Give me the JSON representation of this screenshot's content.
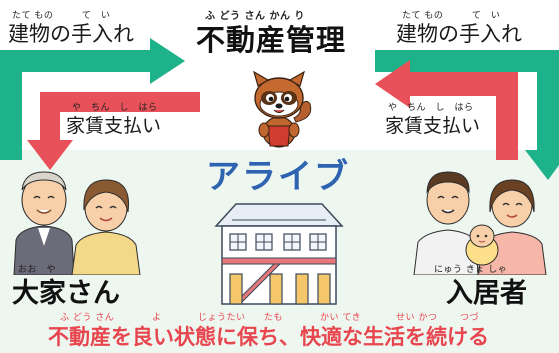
{
  "title": {
    "text": "不動産管理",
    "ruby": "ふ どう さん かん り"
  },
  "left": {
    "top_label": "建物の手入れ",
    "top_ruby": "たて もの　　　て　い",
    "pay_label": "家賃支払い",
    "pay_ruby": "や　ちん　し　はら",
    "owner_label": "大家さん",
    "owner_ruby": "おお　や"
  },
  "right": {
    "top_label": "建物の手入れ",
    "top_ruby": "たて もの　　　て　い",
    "pay_label": "家賃支払い",
    "pay_ruby": "や　ちん　し　はら",
    "tenant_label": "入居者",
    "tenant_ruby": "にゅう きょ しゃ"
  },
  "brand": "アライブ",
  "bottom": {
    "text": "不動産を良い状態に保ち、快適な生活を続ける",
    "ruby_fudosan": "ふ どう さん",
    "ruby_yo": "よ",
    "ruby_jotai": "じょうたい",
    "ruby_tamo": "たも",
    "ruby_kaiteki": "かい てき",
    "ruby_seikatsu": "せい かつ",
    "ruby_tsuzu": "つづ"
  },
  "colors": {
    "green": "#1eb28a",
    "red": "#e9515a",
    "brand_blue": "#2e63b0",
    "bottom_text": "#e8464f",
    "bg_mint": "#eaf5ee"
  },
  "icons": [
    "raccoon-mascot-icon",
    "landlord-couple-icon",
    "tenant-family-icon",
    "apartment-building-icon"
  ]
}
